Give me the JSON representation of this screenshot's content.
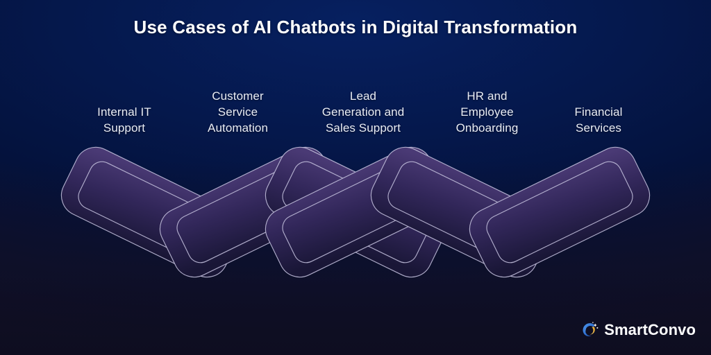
{
  "header": {
    "title": "Use Cases of AI Chatbots in Digital Transformation"
  },
  "use_cases": [
    {
      "id": "internal-it-support",
      "label": "Internal IT\nSupport"
    },
    {
      "id": "customer-service-automation",
      "label": "Customer\nService\nAutomation"
    },
    {
      "id": "lead-generation",
      "label": "Lead\nGeneration and\nSales Support"
    },
    {
      "id": "hr-employee-onboarding",
      "label": "HR and\nEmployee\nOnboarding"
    },
    {
      "id": "financial-services",
      "label": "Financial\nServices"
    }
  ],
  "graphic": {
    "name": "interlocking-chain-links",
    "link_count": 6,
    "link_fill_top": "#3f3068",
    "link_fill_bottom": "#1b1840",
    "link_stroke": "#c0bdd9"
  },
  "brand": {
    "name": "SmartConvo",
    "mark": "swirl-icon",
    "mark_colors": {
      "blue": "#2f6fd0",
      "gold": "#f2b937",
      "spark": "#ffffff"
    },
    "text_color": "#ffffff"
  },
  "theme": {
    "background_top": "#062060",
    "background_mid": "#04123c",
    "background_bottom": "#100f24",
    "title_color": "#ffffff",
    "label_color": "#e9ecf5"
  }
}
